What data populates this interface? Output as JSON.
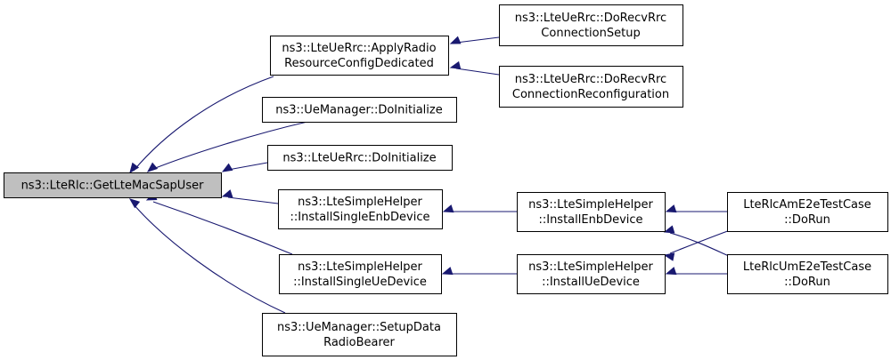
{
  "nodes": [
    {
      "id": "root",
      "lines": [
        "ns3::LteRlc::GetLteMacSapUser"
      ]
    },
    {
      "id": "applyRadio",
      "lines": [
        "ns3::LteUeRrc::ApplyRadio",
        "ResourceConfigDedicated"
      ]
    },
    {
      "id": "ueMgrInit",
      "lines": [
        "ns3::UeManager::DoInitialize"
      ]
    },
    {
      "id": "ueRrcInit",
      "lines": [
        "ns3::LteUeRrc::DoInitialize"
      ]
    },
    {
      "id": "instSingleEnb",
      "lines": [
        "ns3::LteSimpleHelper",
        "::InstallSingleEnbDevice"
      ]
    },
    {
      "id": "instSingleUe",
      "lines": [
        "ns3::LteSimpleHelper",
        "::InstallSingleUeDevice"
      ]
    },
    {
      "id": "setupData",
      "lines": [
        "ns3::UeManager::SetupData",
        "RadioBearer"
      ]
    },
    {
      "id": "recvSetup",
      "lines": [
        "ns3::LteUeRrc::DoRecvRrc",
        "ConnectionSetup"
      ]
    },
    {
      "id": "recvReconf",
      "lines": [
        "ns3::LteUeRrc::DoRecvRrc",
        "ConnectionReconfiguration"
      ]
    },
    {
      "id": "instEnb",
      "lines": [
        "ns3::LteSimpleHelper",
        "::InstallEnbDevice"
      ]
    },
    {
      "id": "instUe",
      "lines": [
        "ns3::LteSimpleHelper",
        "::InstallUeDevice"
      ]
    },
    {
      "id": "amTest",
      "lines": [
        "LteRlcAmE2eTestCase",
        "::DoRun"
      ]
    },
    {
      "id": "umTest",
      "lines": [
        "LteRlcUmE2eTestCase",
        "::DoRun"
      ]
    }
  ],
  "edges": [
    {
      "from": "applyRadio",
      "to": "root"
    },
    {
      "from": "ueMgrInit",
      "to": "root"
    },
    {
      "from": "ueRrcInit",
      "to": "root"
    },
    {
      "from": "instSingleEnb",
      "to": "root"
    },
    {
      "from": "instSingleUe",
      "to": "root"
    },
    {
      "from": "setupData",
      "to": "root"
    },
    {
      "from": "recvSetup",
      "to": "applyRadio"
    },
    {
      "from": "recvReconf",
      "to": "applyRadio"
    },
    {
      "from": "instEnb",
      "to": "instSingleEnb"
    },
    {
      "from": "instUe",
      "to": "instSingleUe"
    },
    {
      "from": "amTest",
      "to": "instEnb"
    },
    {
      "from": "umTest",
      "to": "instEnb"
    },
    {
      "from": "amTest",
      "to": "instUe"
    },
    {
      "from": "umTest",
      "to": "instUe"
    }
  ],
  "colors": {
    "edge": "#191970",
    "root_fill": "#bfbfbf",
    "node_fill": "#ffffff",
    "node_border": "#000000"
  }
}
